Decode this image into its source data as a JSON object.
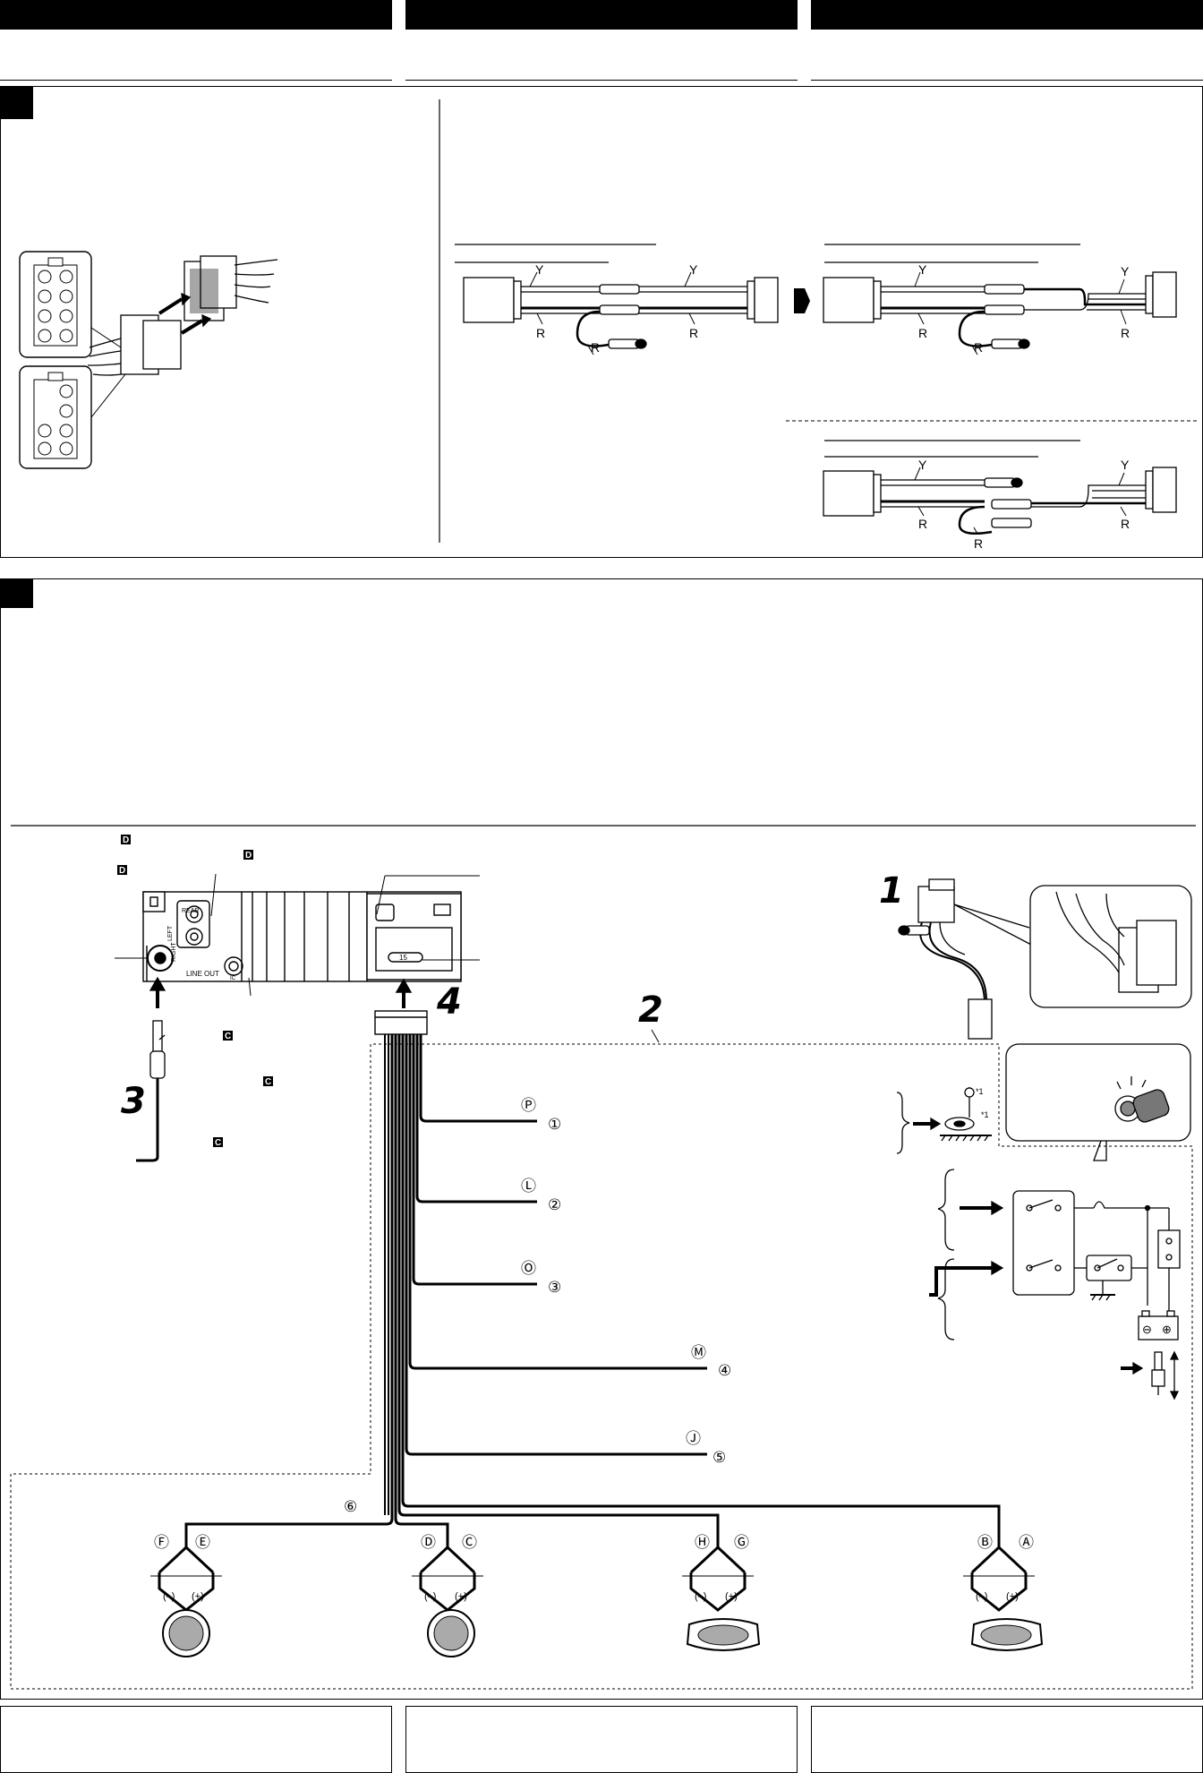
{
  "colors": {
    "ink": "#000000",
    "paper": "#ffffff",
    "mesh": "#888888"
  },
  "panel_a": {
    "wire_labels": [
      "Y",
      "Y",
      "R",
      "R",
      "R"
    ],
    "wire_labels_mid": [
      "Y",
      "Y",
      "R",
      "R",
      "R"
    ],
    "wire_labels_low": [
      "Y",
      "Y",
      "R",
      "R",
      "R"
    ]
  },
  "panel_b": {
    "badges": [
      "D",
      "D",
      "D",
      "C",
      "C",
      "C"
    ],
    "unit_labels": {
      "rear": "REAR",
      "left": "LEFT",
      "right": "RIGHT",
      "line_out": "LINE OUT",
      "ic": "IC",
      "fuse": "15"
    },
    "steps": {
      "s1": "1",
      "s2": "2",
      "s3": "3",
      "s4": "4"
    },
    "leads": [
      {
        "letter": "Ⓟ",
        "number": "①"
      },
      {
        "letter": "Ⓛ",
        "number": "②"
      },
      {
        "letter": "Ⓞ",
        "number": "③"
      },
      {
        "letter": "Ⓜ",
        "number": "④"
      },
      {
        "letter": "Ⓙ",
        "number": "⑤"
      }
    ],
    "speaker_group": "⑥",
    "speakers": [
      {
        "neg": "Ⓕ",
        "pos": "Ⓔ"
      },
      {
        "neg": "Ⓓ",
        "pos": "Ⓒ"
      },
      {
        "neg": "Ⓗ",
        "pos": "Ⓖ"
      },
      {
        "neg": "Ⓑ",
        "pos": "Ⓐ"
      }
    ],
    "polarity": {
      "neg": "(–)",
      "pos": "(+)"
    },
    "screw_note": "*1",
    "battery": {
      "neg": "⊖",
      "pos": "⊕"
    }
  }
}
